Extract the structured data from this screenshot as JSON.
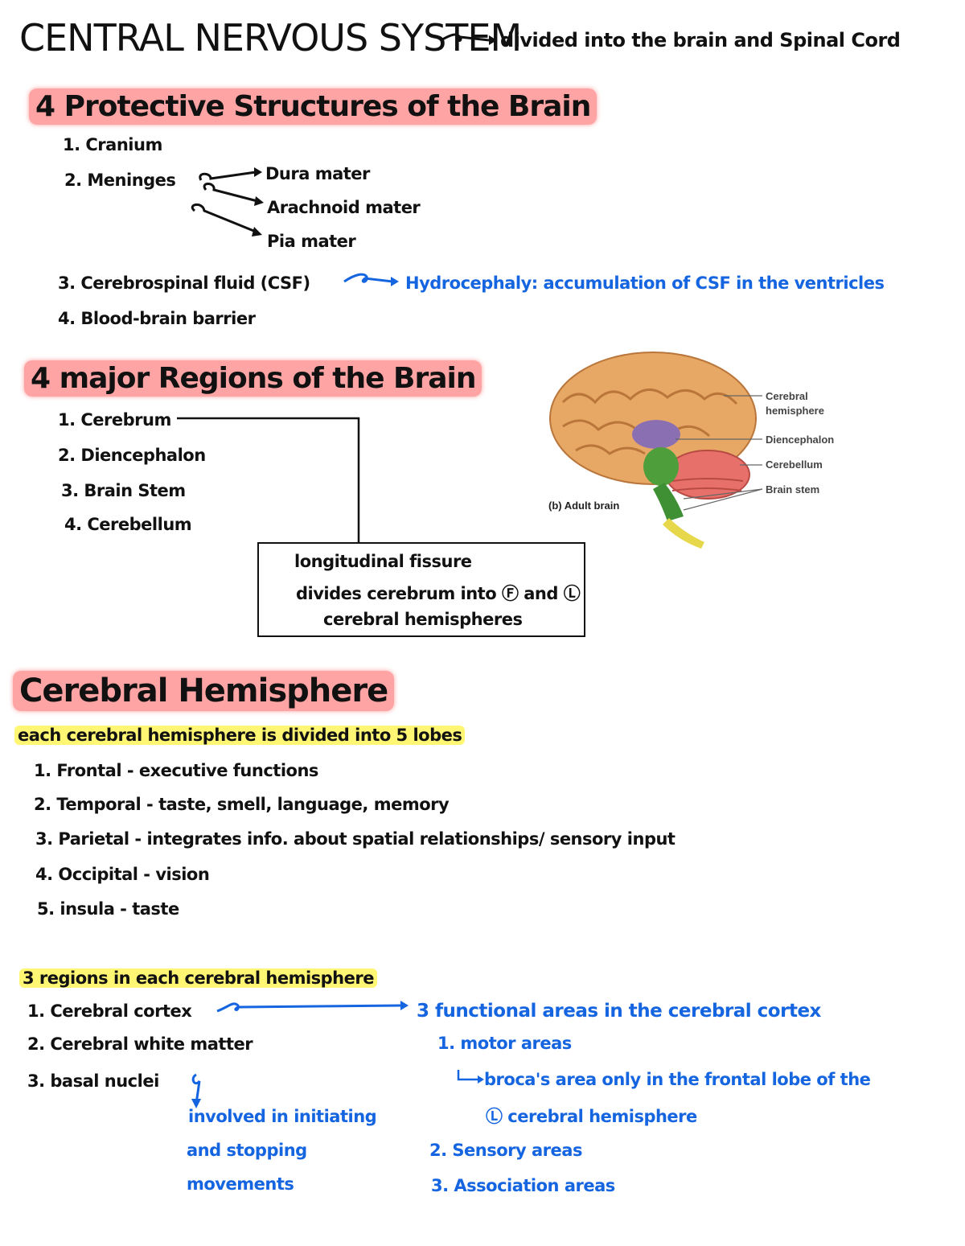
{
  "title": "CENTRAL NERVOUS SYSTEM",
  "title_note": "divided into the brain and Spinal Cord",
  "protective": {
    "heading": "4 Protective Structures of the Brain",
    "items": [
      "1. Cranium",
      "2. Meninges",
      "3. Cerebrospinal fluid (CSF)",
      "4. Blood-brain barrier"
    ],
    "meninges": [
      "Dura mater",
      "Arachnoid mater",
      "Pia mater"
    ],
    "csf_note": "Hydrocephaly: accumulation of CSF in the ventricles"
  },
  "regions": {
    "heading": "4 major Regions of the Brain",
    "items": [
      "1. Cerebrum",
      "2. Diencephalon",
      "3. Brain Stem",
      "4. Cerebellum"
    ],
    "box_lines": [
      "longitudinal fissure",
      "divides cerebrum into Ⓕ and Ⓛ",
      "cerebral hemispheres"
    ]
  },
  "figure": {
    "caption": "(b) Adult brain",
    "labels": [
      "Cerebral",
      "hemisphere",
      "Diencephalon",
      "Cerebellum",
      "Brain stem"
    ]
  },
  "hemisphere": {
    "heading": "Cerebral Hemisphere",
    "subheading": "each cerebral hemisphere is divided into 5 lobes",
    "lobes": [
      "1. Frontal  - executive functions",
      "2. Temporal - taste, smell, language, memory",
      "3. Parietal - integrates info. about spatial relationships/ sensory input",
      "4. Occipital - vision",
      "5. insula - taste"
    ]
  },
  "regions3": {
    "heading": "3 regions in each cerebral hemisphere",
    "items": [
      "1. Cerebral cortex",
      "2. Cerebral white matter",
      "3. basal nuclei"
    ],
    "basal_note": [
      "involved in initiating",
      "and stopping",
      "movements"
    ],
    "functional_heading": "3 functional areas in the cerebral cortex",
    "functional": [
      "1. motor areas",
      "broca's area only in the frontal lobe of the",
      "Ⓛ cerebral hemisphere",
      "2. Sensory areas",
      "3. Association areas"
    ]
  }
}
